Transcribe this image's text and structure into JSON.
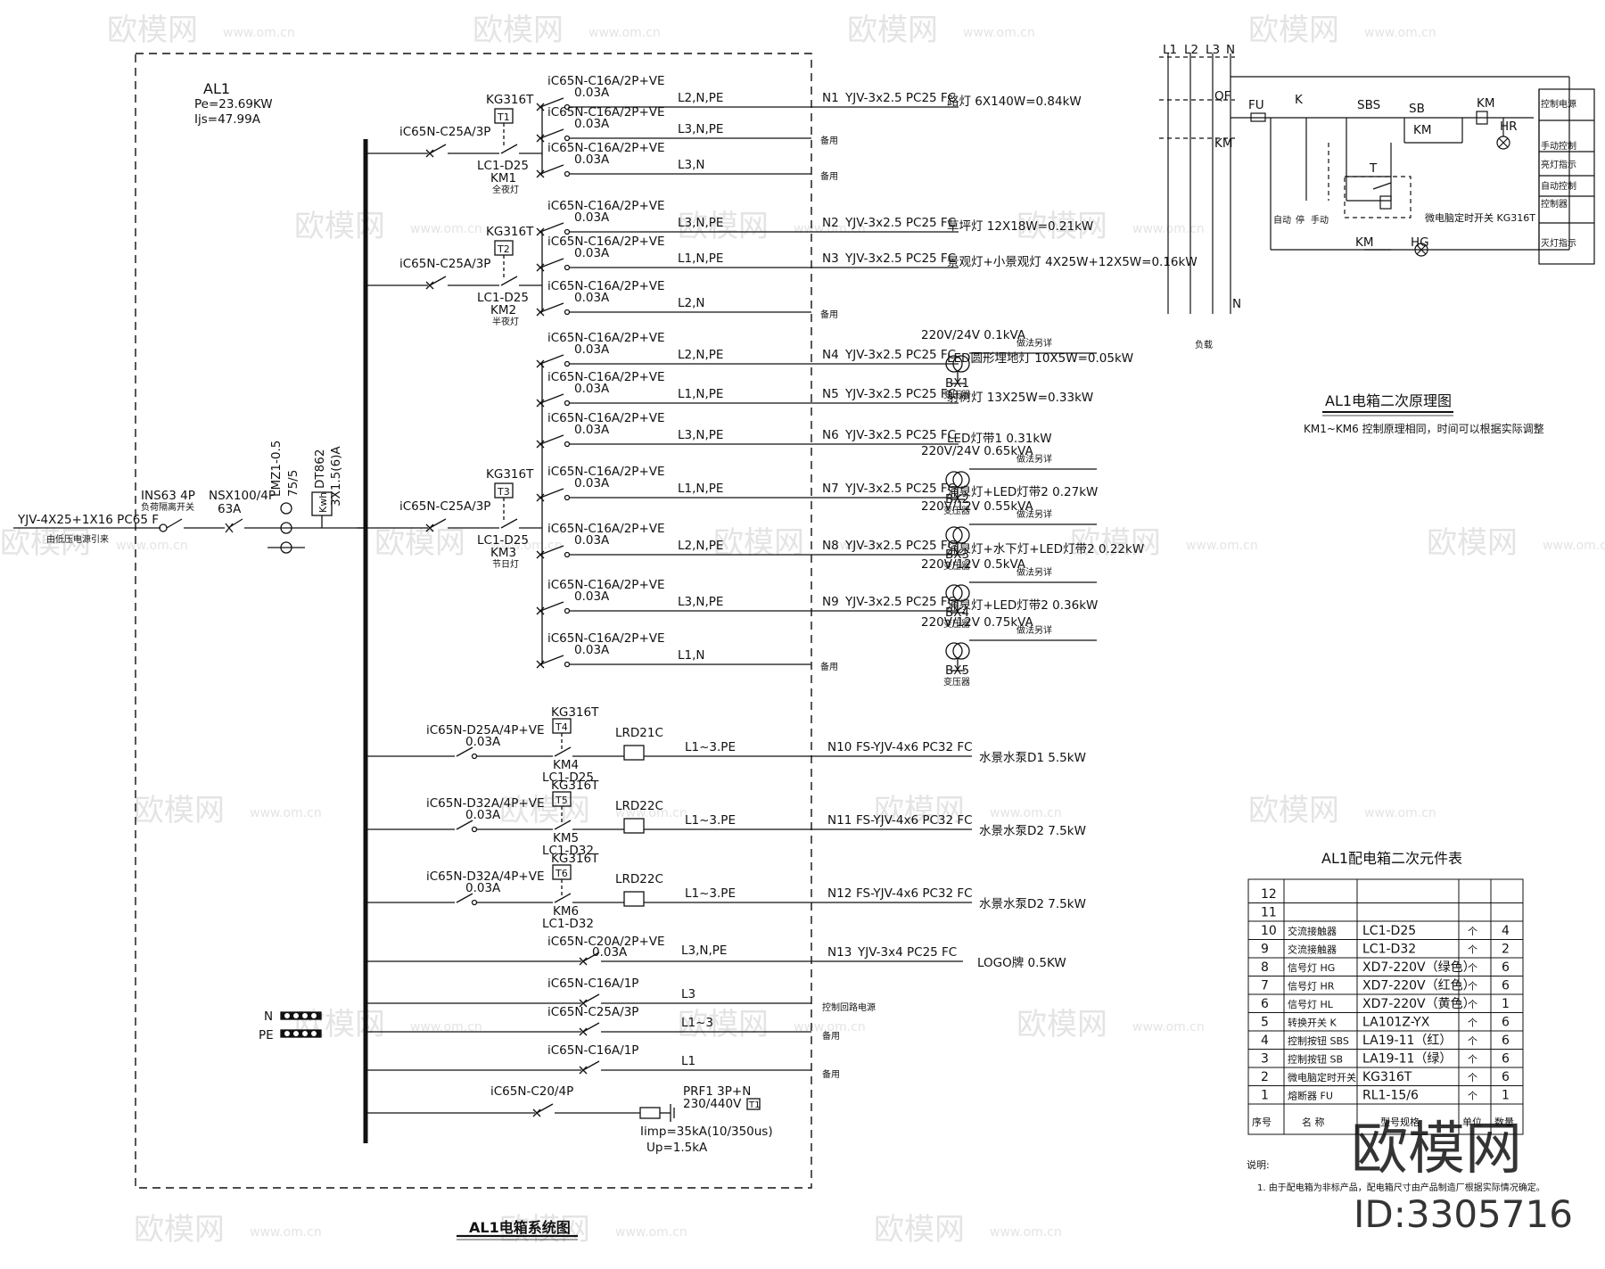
{
  "watermark": {
    "brand": "欧模网",
    "site": "www.om.cn",
    "id_text": "ID:3305716"
  },
  "panel": {
    "name": "AL1",
    "pe": "Pe=23.69KW",
    "ijs": "Ijs=47.99A",
    "incoming_cable": "YJV-4X25+1X16 PC65 F",
    "incoming_note": "由低压电源引来",
    "isolator": "INS63 4P",
    "isolator_note": "负荷隔离开关",
    "breaker": "NSX100/4P",
    "breaker_rating": "63A",
    "ct": "LMZ1-0.5",
    "ct_ratio": "75/5",
    "meter": "DT862",
    "meter_spec": "3X1.5(6)A",
    "kwh": "Kwh",
    "n_label": "N",
    "pe_label": "PE",
    "title": "AL1电箱系统图"
  },
  "groups": [
    {
      "main": "iC65N-C25A/3P",
      "timer": "KG316T",
      "tlabel": "T1",
      "contactor": "LC1-D25",
      "km": "KM1",
      "desc": "全夜灯"
    },
    {
      "main": "iC65N-C25A/3P",
      "timer": "KG316T",
      "tlabel": "T2",
      "contactor": "LC1-D25",
      "km": "KM2",
      "desc": "半夜灯"
    },
    {
      "main": "iC65N-C25A/3P",
      "timer": "KG316T",
      "tlabel": "T3",
      "contactor": "LC1-D25",
      "km": "KM3",
      "desc": "节日灯"
    }
  ],
  "rcd": "0.03A",
  "circuits": [
    {
      "brk": "iC65N-C16A/2P+VE",
      "phase": "L2,N,PE",
      "no": "N1",
      "cable": "YJV-3x2.5 PC25 FC",
      "load": "路灯 6X140W=0.84kW"
    },
    {
      "brk": "iC65N-C16A/2P+VE",
      "phase": "L3,N,PE",
      "no": "",
      "cable": "",
      "load": "备用"
    },
    {
      "brk": "iC65N-C16A/2P+VE",
      "phase": "L3,N",
      "no": "",
      "cable": "",
      "load": "备用"
    },
    {
      "brk": "iC65N-C16A/2P+VE",
      "phase": "L3,N,PE",
      "no": "N2",
      "cable": "YJV-3x2.5 PC25 FC",
      "load": "草坪灯 12X18W=0.21kW"
    },
    {
      "brk": "iC65N-C16A/2P+VE",
      "phase": "L1,N,PE",
      "no": "N3",
      "cable": "YJV-3x2.5 PC25 FC",
      "load": "景观灯+小景观灯 4X25W+12X5W=0.16kW"
    },
    {
      "brk": "iC65N-C16A/2P+VE",
      "phase": "L2,N",
      "no": "",
      "cable": "",
      "load": "备用"
    },
    {
      "brk": "iC65N-C16A/2P+VE",
      "phase": "L2,N,PE",
      "no": "N4",
      "cable": "YJV-3x2.5 PC25 FC",
      "load": "LED圆形埋地灯 10X5W=0.05kW"
    },
    {
      "brk": "iC65N-C16A/2P+VE",
      "phase": "L1,N,PE",
      "no": "N5",
      "cable": "YJV-3x2.5 PC25 FC",
      "load": "射树灯 13X25W=0.33kW"
    },
    {
      "brk": "iC65N-C16A/2P+VE",
      "phase": "L3,N,PE",
      "no": "N6",
      "cable": "YJV-3x2.5 PC25 FC",
      "load": "LED灯带1 0.31kW"
    },
    {
      "brk": "iC65N-C16A/2P+VE",
      "phase": "L1,N,PE",
      "no": "N7",
      "cable": "YJV-3x2.5 PC25 FC",
      "load": "涌泉灯+LED灯带2 0.27kW"
    },
    {
      "brk": "iC65N-C16A/2P+VE",
      "phase": "L2,N,PE",
      "no": "N8",
      "cable": "YJV-3x2.5 PC25 FC",
      "load": "涌泉灯+水下灯+LED灯带2 0.22kW"
    },
    {
      "brk": "iC65N-C16A/2P+VE",
      "phase": "L3,N,PE",
      "no": "N9",
      "cable": "YJV-3x2.5 PC25 FC",
      "load": "涌泉灯+LED灯带2 0.36kW"
    },
    {
      "brk": "iC65N-C16A/2P+VE",
      "phase": "L1,N",
      "no": "",
      "cable": "",
      "load": "备用"
    }
  ],
  "transformers": [
    {
      "spec": "220V/24V 0.1kVA",
      "name": "BX1",
      "type": "变压器",
      "note": "做法另详"
    },
    {
      "spec": "220V/24V 0.65kVA",
      "name": "BX2",
      "type": "变压器",
      "note": "做法另详"
    },
    {
      "spec": "220V/12V 0.55kVA",
      "name": "BX3",
      "type": "变压器",
      "note": "做法另详"
    },
    {
      "spec": "220V/12V 0.5kVA",
      "name": "BX4",
      "type": "变压器",
      "note": "做法另详"
    },
    {
      "spec": "220V/12V 0.75kVA",
      "name": "BX5",
      "type": "变压器",
      "note": "做法另详"
    }
  ],
  "pumps": [
    {
      "brk": "iC65N-D25A/4P+VE",
      "timer": "KG316T",
      "tlabel": "T4",
      "km": "KM4",
      "contactor": "LC1-D25",
      "relay": "LRD21C",
      "phase": "L1~3.PE",
      "no": "N10",
      "cable": "FS-YJV-4x6 PC32 FC",
      "load": "水景水泵D1 5.5kW"
    },
    {
      "brk": "iC65N-D32A/4P+VE",
      "timer": "KG316T",
      "tlabel": "T5",
      "km": "KM5",
      "contactor": "LC1-D32",
      "relay": "LRD22C",
      "phase": "L1~3.PE",
      "no": "N11",
      "cable": "FS-YJV-4x6 PC32 FC",
      "load": "水景水泵D2 7.5kW"
    },
    {
      "brk": "iC65N-D32A/4P+VE",
      "timer": "KG316T",
      "tlabel": "T6",
      "km": "KM6",
      "contactor": "LC1-D32",
      "relay": "LRD22C",
      "phase": "L1~3.PE",
      "no": "N12",
      "cable": "FS-YJV-4x6 PC32 FC",
      "load": "水景水泵D2 7.5kW"
    }
  ],
  "others": [
    {
      "brk": "iC65N-C20A/2P+VE",
      "rcd": "0.03A",
      "phase": "L3,N,PE",
      "no": "N13",
      "cable": "YJV-3x4 PC25 FC",
      "load": "LOGO牌 0.5KW"
    },
    {
      "brk": "iC65N-C16A/1P",
      "rcd": "",
      "phase": "L3",
      "no": "",
      "cable": "",
      "load": "控制回路电源"
    },
    {
      "brk": "iC65N-C25A/3P",
      "rcd": "",
      "phase": "L1~3",
      "no": "",
      "cable": "",
      "load": "备用"
    },
    {
      "brk": "iC65N-C16A/1P",
      "rcd": "",
      "phase": "L1",
      "no": "",
      "cable": "",
      "load": "备用"
    }
  ],
  "spd": {
    "brk": "iC65N-C20/4P",
    "name": "PRF1 3P+N",
    "volt": "230/440V",
    "tag": "T1",
    "imp": "Iimp=35kA(10/350us)",
    "up": "Up=1.5kA"
  },
  "control": {
    "phases": [
      "L1",
      "L2",
      "L3",
      "N"
    ],
    "qf": "QF",
    "fu": "FU",
    "k": "K",
    "sbs": "SBS",
    "sb": "SB",
    "km": "KM",
    "hr": "HR",
    "hg": "HG",
    "t": "T",
    "auto": "自动",
    "stop": "停",
    "manual": "手动",
    "timer_note": "微电脑定时开关 KG316T",
    "n_label": "N",
    "load": "负载",
    "legend": [
      "控制电源",
      "手动控制",
      "亮灯指示",
      "自动控制",
      "控制器",
      "灭灯指示"
    ],
    "title": "AL1电箱二次原理图",
    "note": "KM1~KM6 控制原理相同，时间可以根据实际调整"
  },
  "table": {
    "title": "AL1配电箱二次元件表",
    "rows": [
      {
        "no": "12",
        "name": "",
        "model": "",
        "unit": "",
        "qty": ""
      },
      {
        "no": "11",
        "name": "",
        "model": "",
        "unit": "",
        "qty": ""
      },
      {
        "no": "10",
        "name": "交流接触器",
        "model": "LC1-D25",
        "unit": "个",
        "qty": "4"
      },
      {
        "no": "9",
        "name": "交流接触器",
        "model": "LC1-D32",
        "unit": "个",
        "qty": "2"
      },
      {
        "no": "8",
        "name": "信号灯 HG",
        "model": "XD7-220V（绿色）",
        "unit": "个",
        "qty": "6"
      },
      {
        "no": "7",
        "name": "信号灯 HR",
        "model": "XD7-220V（红色）",
        "unit": "个",
        "qty": "6"
      },
      {
        "no": "6",
        "name": "信号灯 HL",
        "model": "XD7-220V（黄色）",
        "unit": "个",
        "qty": "1"
      },
      {
        "no": "5",
        "name": "转换开关 K",
        "model": "LA101Z-YX",
        "unit": "个",
        "qty": "6"
      },
      {
        "no": "4",
        "name": "控制按钮 SBS",
        "model": "LA19-11（红）",
        "unit": "个",
        "qty": "6"
      },
      {
        "no": "3",
        "name": "控制按钮 SB",
        "model": "LA19-11（绿）",
        "unit": "个",
        "qty": "6"
      },
      {
        "no": "2",
        "name": "微电脑定时开关",
        "model": "KG316T",
        "unit": "个",
        "qty": "6"
      },
      {
        "no": "1",
        "name": "熔断器 FU",
        "model": "RL1-15/6",
        "unit": "个",
        "qty": "1"
      }
    ],
    "header": {
      "no": "序号",
      "name": "名 称",
      "model": "型号规格",
      "unit": "单位",
      "qty": "数量"
    },
    "note_label": "说明:",
    "note": "1. 由于配电箱为非标产品，配电箱尺寸由产品制造厂根据实际情况确定。"
  }
}
